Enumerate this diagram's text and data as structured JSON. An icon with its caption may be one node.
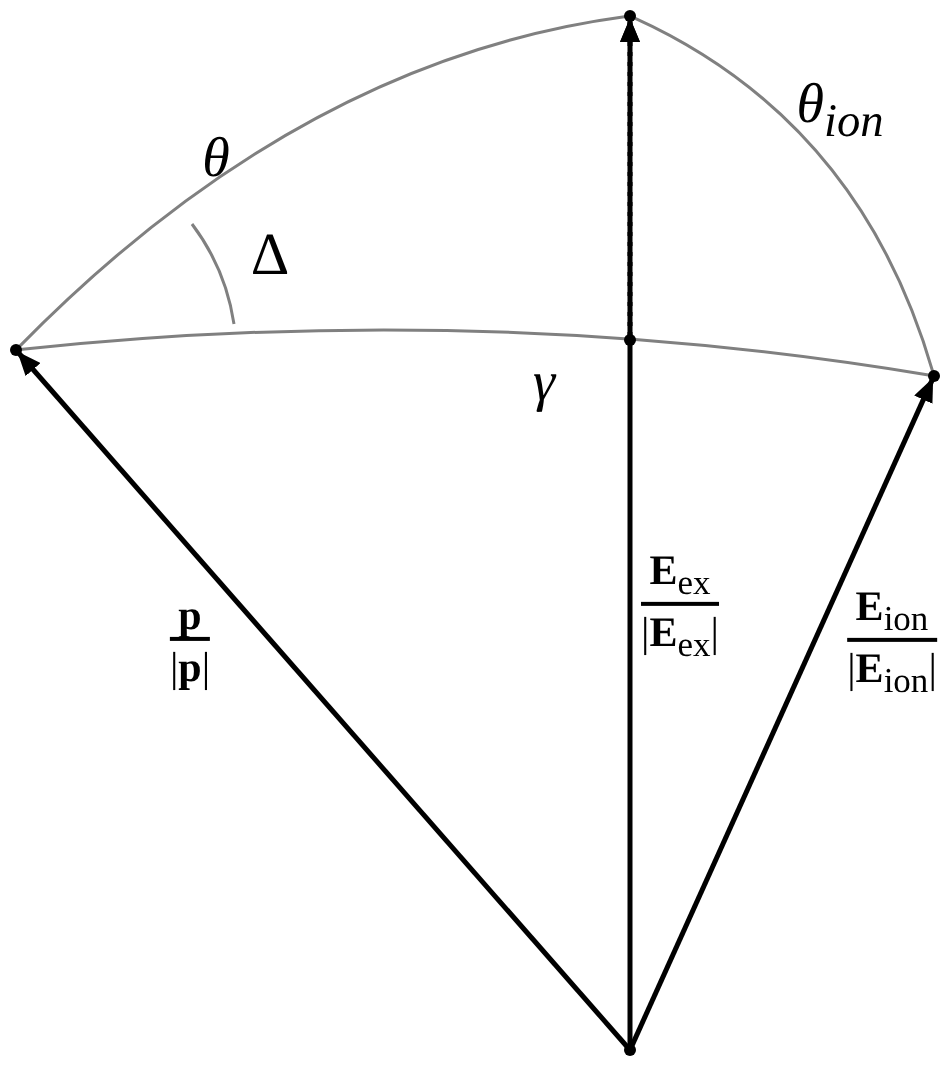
{
  "diagram": {
    "nodes": [
      {
        "text": [],
        "shape": "point"
      },
      {
        "text": [],
        "shape": "point"
      },
      {
        "text": [],
        "shape": "point"
      },
      {
        "text": [],
        "shape": "point"
      },
      {
        "text": [],
        "shape": "point"
      }
    ],
    "edges": [
      {
        "from": 0,
        "to": 1,
        "arrow": "to",
        "label": "**p** |**p**|"
      },
      {
        "from": 0,
        "to": 2,
        "arrow": "to",
        "label": "**E**$_{ex}$ |**E**$_{ex}$|"
      },
      {
        "from": 0,
        "to": 3,
        "arrow": "to",
        "label": "**E**$_{ion}$ |**E**$_{ion}$|"
      },
      {
        "from": 1,
        "to": 2,
        "arrow": "none",
        "label": "θ",
        "color": "#808080"
      },
      {
        "from": 2,
        "to": 3,
        "arrow": "none",
        "label": "θ$_{ion}$",
        "color": "#808080"
      },
      {
        "from": 1,
        "to": 3,
        "arrow": "none",
        "label": "γ",
        "color": "#808080"
      },
      {
        "from": 4,
        "to": 2,
        "arrow": "to",
        "style": "dashed"
      }
    ],
    "labels": [
      "Δ"
    ]
  }
}
